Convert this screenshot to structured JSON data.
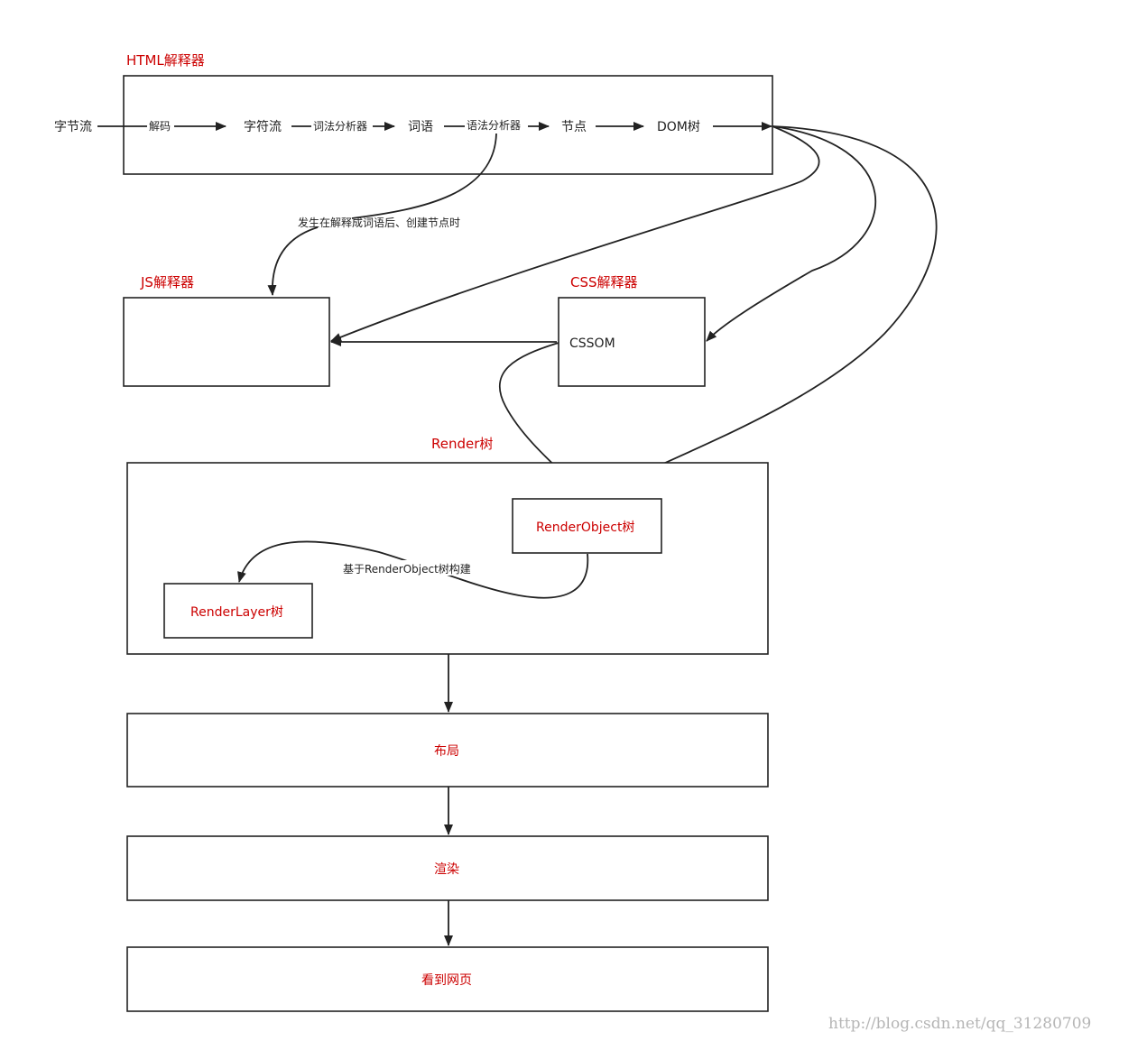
{
  "html_parser": {
    "title": "HTML解释器",
    "steps": {
      "byte_stream": "字节流",
      "decode": "解码",
      "char_stream": "字符流",
      "lexer": "词法分析器",
      "tokens": "词语",
      "syntax_analyzer": "语法分析器",
      "nodes": "节点",
      "dom_tree": "DOM树"
    }
  },
  "js_note": "发生在解释成词语后、创建节点时",
  "js_parser": {
    "title": "JS解释器"
  },
  "css_parser": {
    "title": "CSS解释器",
    "cssom": "CSSOM"
  },
  "render_tree": {
    "title": "Render树",
    "render_object": "RenderObject树",
    "render_layer": "RenderLayer树",
    "layer_note": "基于RenderObject树构建"
  },
  "pipeline": {
    "layout": "布局",
    "paint": "渲染",
    "view": "看到网页"
  },
  "watermark": "http://blog.csdn.net/qq_31280709",
  "colors": {
    "label_red": "#cc0000",
    "text": "#222222",
    "stroke": "#222222"
  }
}
